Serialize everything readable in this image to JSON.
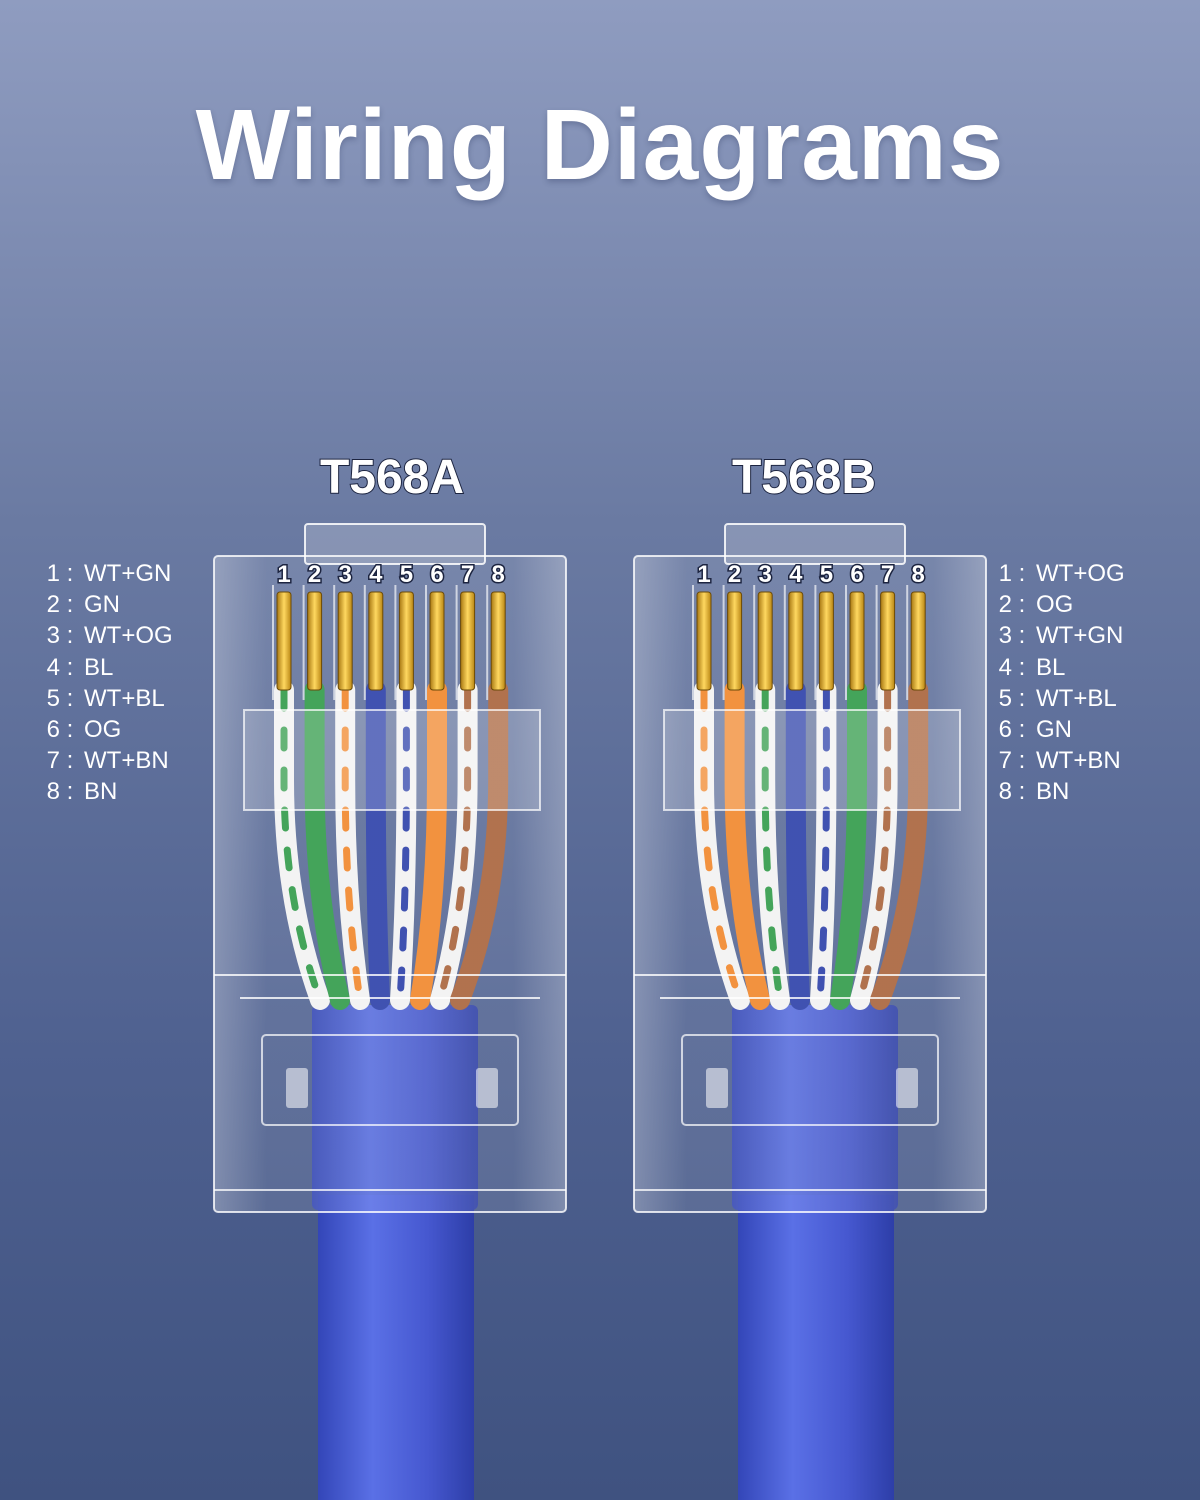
{
  "title": "Wiring Diagrams",
  "standards": [
    {
      "name": "T568A",
      "pins": [
        {
          "num": "1",
          "code": "WT+GN"
        },
        {
          "num": "2",
          "code": "GN"
        },
        {
          "num": "3",
          "code": "WT+OG"
        },
        {
          "num": "4",
          "code": "BL"
        },
        {
          "num": "5",
          "code": "WT+BL"
        },
        {
          "num": "6",
          "code": "OG"
        },
        {
          "num": "7",
          "code": "WT+BN"
        },
        {
          "num": "8",
          "code": "BN"
        }
      ]
    },
    {
      "name": "T568B",
      "pins": [
        {
          "num": "1",
          "code": "WT+OG"
        },
        {
          "num": "2",
          "code": "OG"
        },
        {
          "num": "3",
          "code": "WT+GN"
        },
        {
          "num": "4",
          "code": "BL"
        },
        {
          "num": "5",
          "code": "WT+BL"
        },
        {
          "num": "6",
          "code": "GN"
        },
        {
          "num": "7",
          "code": "WT+BN"
        },
        {
          "num": "8",
          "code": "BN"
        }
      ]
    }
  ],
  "pin_separator": ":",
  "colors": {
    "WT": "#f2f2f2",
    "GN": "#2f9a48",
    "OG": "#f0862a",
    "BL": "#2b3fa8",
    "BN": "#a8623a",
    "cable": "#4a5fd6",
    "contact": "#e8b430"
  }
}
